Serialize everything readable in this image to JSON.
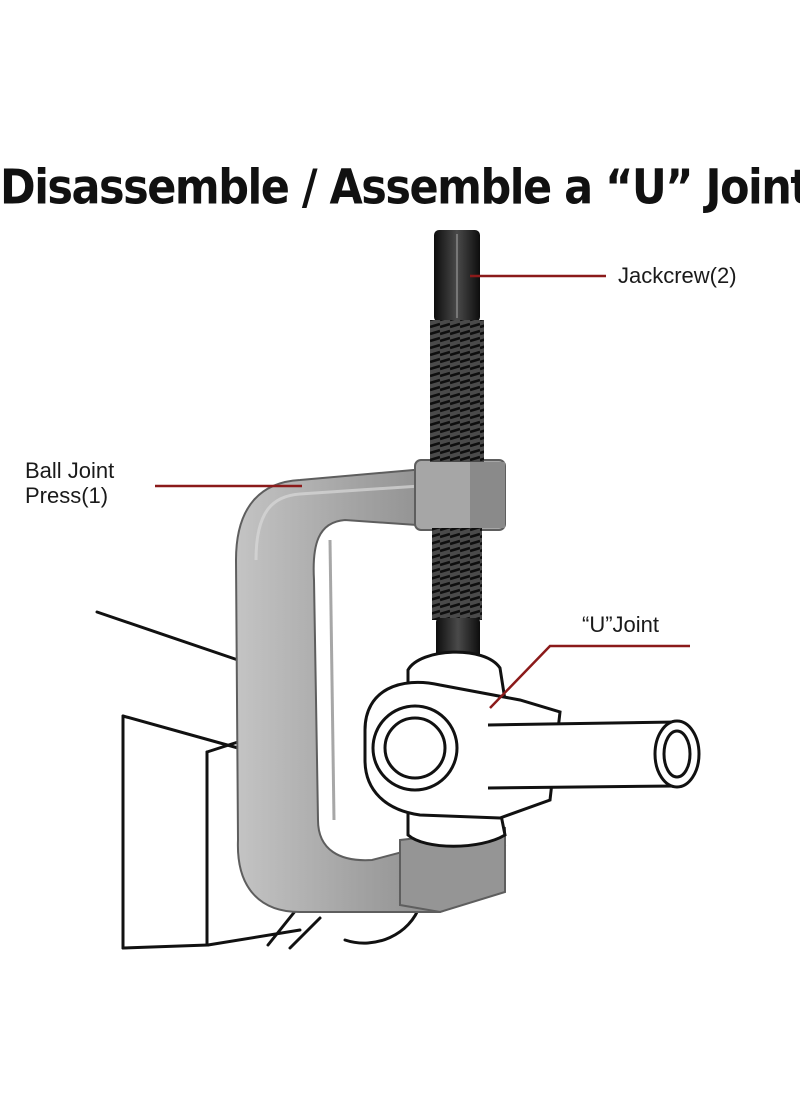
{
  "title": "Disassemble / Assemble a “U” Joint",
  "labels": {
    "jackscrew": "Jackcrew(2)",
    "press_line1": "Ball Joint",
    "press_line2": "Press(1)",
    "ujoint": "“U”Joint"
  },
  "colors": {
    "leader_line": "#8b1a1a",
    "press_body": "#9a9a9a",
    "screw": "#1c1c1c",
    "outline": "#111111"
  }
}
